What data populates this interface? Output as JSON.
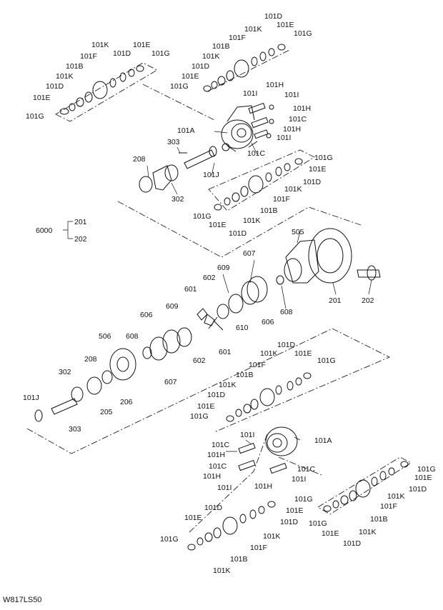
{
  "diagram": {
    "drawing_code": "W817LS50",
    "assembly_label": "6000",
    "labels": [
      {
        "id": "a1",
        "text": "101D"
      },
      {
        "id": "a2",
        "text": "101K"
      },
      {
        "id": "a3",
        "text": "101E"
      },
      {
        "id": "a4",
        "text": "101G"
      },
      {
        "id": "a5",
        "text": "101F"
      },
      {
        "id": "a6",
        "text": "101B"
      },
      {
        "id": "a7",
        "text": "101K"
      },
      {
        "id": "a8",
        "text": "101D"
      },
      {
        "id": "a9",
        "text": "101E"
      },
      {
        "id": "a10",
        "text": "101G"
      },
      {
        "id": "a11",
        "text": "101I"
      },
      {
        "id": "a12",
        "text": "101H"
      },
      {
        "id": "a13",
        "text": "101I"
      },
      {
        "id": "a14",
        "text": "101H"
      },
      {
        "id": "a15",
        "text": "101C"
      },
      {
        "id": "a16",
        "text": "101H"
      },
      {
        "id": "a17",
        "text": "101I"
      },
      {
        "id": "a18",
        "text": "101A"
      },
      {
        "id": "a19",
        "text": "101C"
      },
      {
        "id": "b1",
        "text": "101K"
      },
      {
        "id": "b2",
        "text": "101E"
      },
      {
        "id": "b3",
        "text": "101G"
      },
      {
        "id": "b4",
        "text": "101D"
      },
      {
        "id": "b5",
        "text": "101F"
      },
      {
        "id": "b6",
        "text": "101B"
      },
      {
        "id": "b7",
        "text": "101K"
      },
      {
        "id": "b8",
        "text": "101D"
      },
      {
        "id": "b9",
        "text": "101E"
      },
      {
        "id": "b10",
        "text": "101G"
      },
      {
        "id": "c1",
        "text": "303"
      },
      {
        "id": "c2",
        "text": "208"
      },
      {
        "id": "c3",
        "text": "101J"
      },
      {
        "id": "c4",
        "text": "302"
      },
      {
        "id": "d1",
        "text": "101G"
      },
      {
        "id": "d2",
        "text": "101E"
      },
      {
        "id": "d3",
        "text": "101D"
      },
      {
        "id": "d4",
        "text": "101K"
      },
      {
        "id": "d5",
        "text": "101F"
      },
      {
        "id": "d6",
        "text": "101B"
      },
      {
        "id": "d7",
        "text": "101K"
      },
      {
        "id": "d8",
        "text": "101D"
      },
      {
        "id": "d9",
        "text": "101E"
      },
      {
        "id": "d10",
        "text": "101G"
      },
      {
        "id": "e1",
        "text": "201"
      },
      {
        "id": "e2",
        "text": "202"
      },
      {
        "id": "e3",
        "text": "505"
      },
      {
        "id": "e4",
        "text": "201"
      },
      {
        "id": "e5",
        "text": "202"
      },
      {
        "id": "e6",
        "text": "607"
      },
      {
        "id": "e7",
        "text": "609"
      },
      {
        "id": "e8",
        "text": "602"
      },
      {
        "id": "e9",
        "text": "601"
      },
      {
        "id": "e10",
        "text": "608"
      },
      {
        "id": "e11",
        "text": "606"
      },
      {
        "id": "e12",
        "text": "609"
      },
      {
        "id": "e13",
        "text": "606"
      },
      {
        "id": "e14",
        "text": "610"
      },
      {
        "id": "e15",
        "text": "601"
      },
      {
        "id": "e16",
        "text": "602"
      },
      {
        "id": "e17",
        "text": "506"
      },
      {
        "id": "e18",
        "text": "608"
      },
      {
        "id": "e19",
        "text": "607"
      },
      {
        "id": "e20",
        "text": "208"
      },
      {
        "id": "e21",
        "text": "302"
      },
      {
        "id": "e22",
        "text": "206"
      },
      {
        "id": "e23",
        "text": "205"
      },
      {
        "id": "e24",
        "text": "101J"
      },
      {
        "id": "e25",
        "text": "303"
      },
      {
        "id": "f1",
        "text": "101D"
      },
      {
        "id": "f2",
        "text": "101K"
      },
      {
        "id": "f3",
        "text": "101E"
      },
      {
        "id": "f4",
        "text": "101G"
      },
      {
        "id": "f5",
        "text": "101F"
      },
      {
        "id": "f6",
        "text": "101B"
      },
      {
        "id": "f7",
        "text": "101K"
      },
      {
        "id": "f8",
        "text": "101D"
      },
      {
        "id": "f9",
        "text": "101E"
      },
      {
        "id": "f10",
        "text": "101G"
      },
      {
        "id": "f11",
        "text": "101I"
      },
      {
        "id": "f12",
        "text": "101A"
      },
      {
        "id": "f13",
        "text": "101C"
      },
      {
        "id": "f14",
        "text": "101H"
      },
      {
        "id": "f15",
        "text": "101C"
      },
      {
        "id": "f16",
        "text": "101H"
      },
      {
        "id": "f17",
        "text": "101I"
      },
      {
        "id": "f18",
        "text": "101C"
      },
      {
        "id": "f19",
        "text": "101I"
      },
      {
        "id": "f20",
        "text": "101H"
      },
      {
        "id": "g1",
        "text": "101G"
      },
      {
        "id": "g2",
        "text": "101E"
      },
      {
        "id": "g3",
        "text": "101D"
      },
      {
        "id": "g4",
        "text": "101K"
      },
      {
        "id": "g5",
        "text": "101F"
      },
      {
        "id": "g6",
        "text": "101B"
      },
      {
        "id": "g7",
        "text": "101K"
      },
      {
        "id": "g8",
        "text": "101D"
      },
      {
        "id": "g9",
        "text": "101E"
      },
      {
        "id": "g10",
        "text": "101G"
      },
      {
        "id": "h1",
        "text": "101G"
      },
      {
        "id": "h2",
        "text": "101E"
      },
      {
        "id": "h3",
        "text": "101D"
      },
      {
        "id": "h4",
        "text": "101K"
      },
      {
        "id": "h5",
        "text": "101F"
      },
      {
        "id": "h6",
        "text": "101B"
      },
      {
        "id": "h7",
        "text": "101K"
      },
      {
        "id": "h8",
        "text": "101D"
      },
      {
        "id": "h9",
        "text": "101E"
      },
      {
        "id": "h10",
        "text": "101G"
      }
    ]
  }
}
